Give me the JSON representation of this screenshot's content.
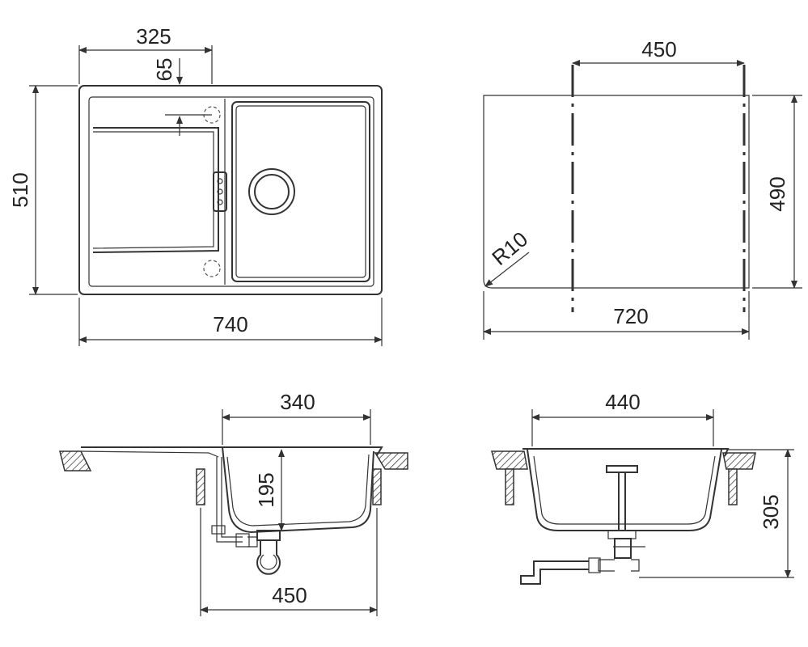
{
  "top_left_view": {
    "dim_width_total": "740",
    "dim_height_total": "510",
    "dim_drainer_width": "325",
    "dim_overflow_offset": "65"
  },
  "top_right_view": {
    "dim_cutout_width": "720",
    "dim_cutout_height": "490",
    "dim_bracket_spacing": "450",
    "dim_corner_radius": "R10"
  },
  "bottom_left_view": {
    "dim_bowl_width": "340",
    "dim_bowl_depth": "195",
    "dim_cabinet_width": "450"
  },
  "bottom_right_view": {
    "dim_bowl_width": "440",
    "dim_overall_depth": "305"
  }
}
